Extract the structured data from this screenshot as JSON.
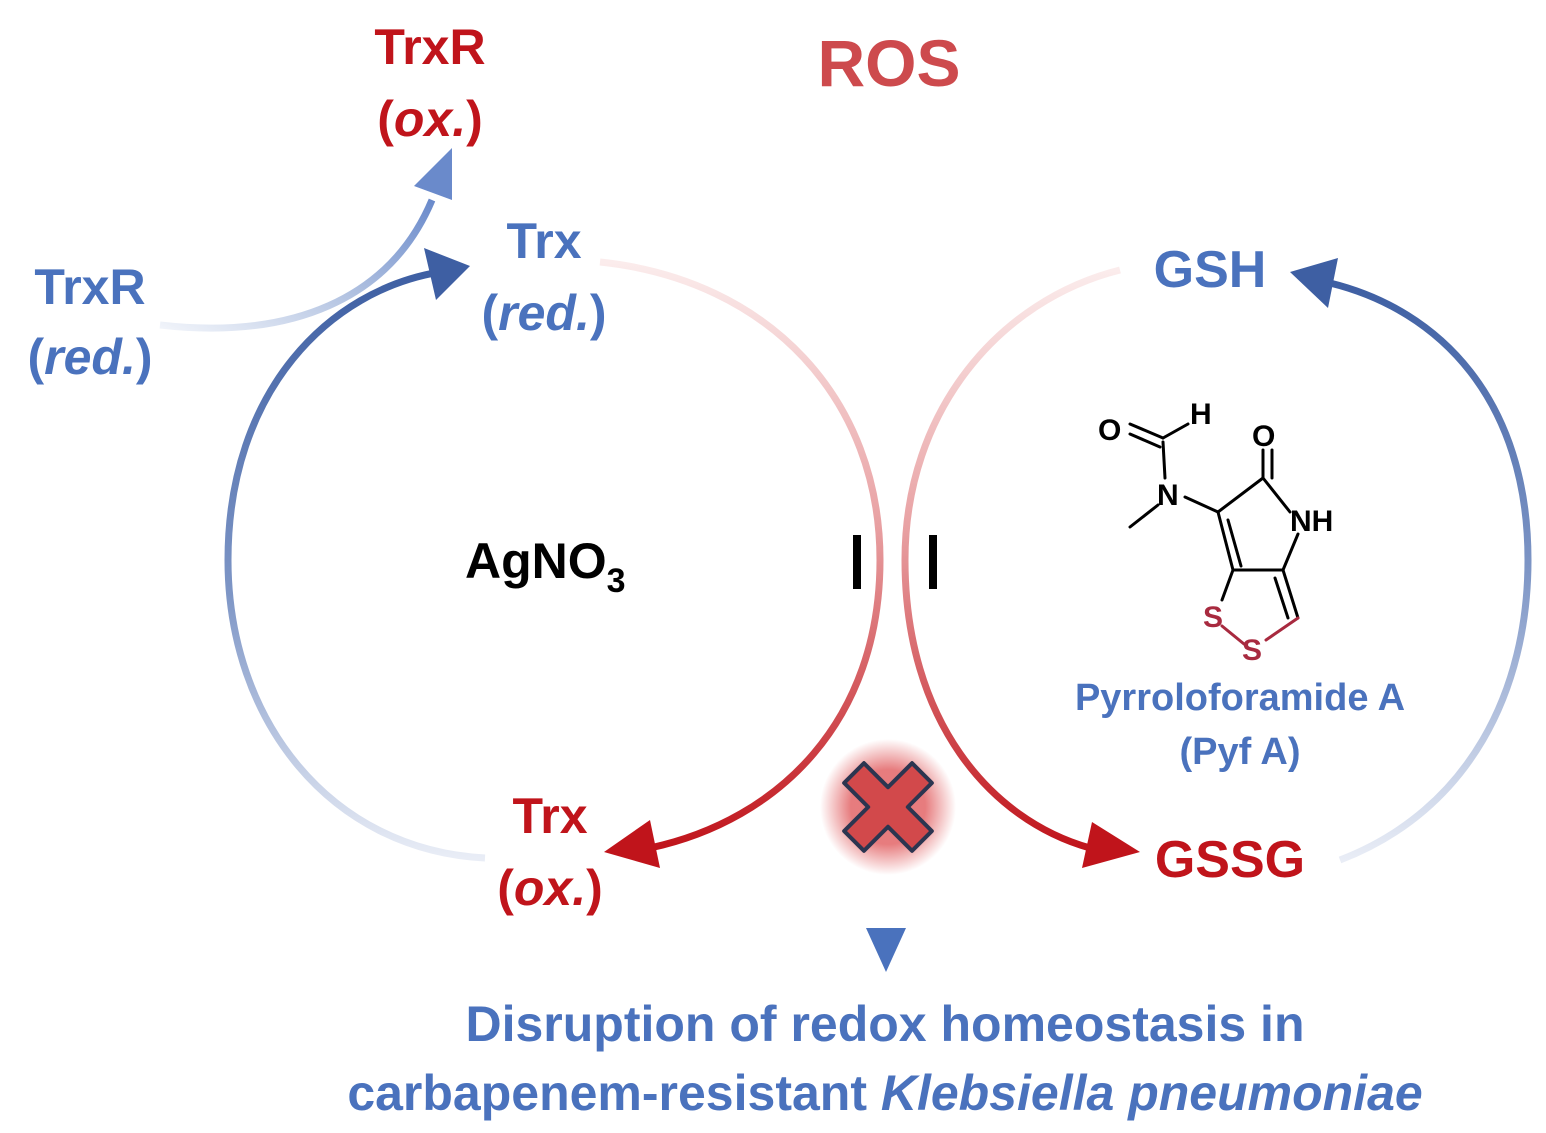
{
  "colors": {
    "blue": "#4A72BD",
    "dark_blue": "#3E5FA3",
    "red": "#C0141B",
    "ros": "#CD4A4D",
    "sulfur": "#A82A3F",
    "x_mark": "#D2494B"
  },
  "labels": {
    "ros": "ROS",
    "trxr_ox": {
      "name": "TrxR",
      "state": "ox."
    },
    "trxr_red": {
      "name": "TrxR",
      "state": "red."
    },
    "trx_red": {
      "name": "Trx",
      "state": "red."
    },
    "trx_ox": {
      "name": "Trx",
      "state": "ox."
    },
    "gsh": "GSH",
    "gssg": "GSSG",
    "agno3": {
      "main": "AgNO",
      "subscript": "3"
    },
    "compound": {
      "name": "Pyrroloforamide A",
      "abbr": "(Pyf A)"
    },
    "outcome": {
      "line1": "Disruption of redox homeostasis in",
      "line2_prefix": "carbapenem-resistant ",
      "line2_italic": "Klebsiella pneumoniae"
    }
  },
  "structure_atoms": {
    "o_formyl": "O",
    "h_formyl": "H",
    "o_carbonyl": "O",
    "n_amine": "N",
    "nh": "NH",
    "s1": "S",
    "s2": "S"
  },
  "icons": [
    "inhibition-bar",
    "blocked-x-icon",
    "arrowhead"
  ]
}
